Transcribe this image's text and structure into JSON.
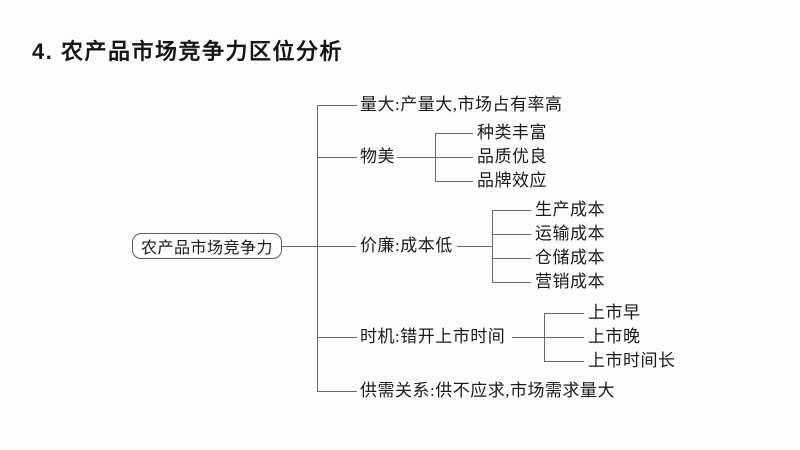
{
  "title": "4. 农产品市场竞争力区位分析",
  "diagram": {
    "root": "农产品市场竞争力",
    "branches": [
      {
        "label": "量大:产量大,市场占有率高",
        "children": []
      },
      {
        "label": "物美",
        "children": [
          "种类丰富",
          "品质优良",
          "品牌效应"
        ]
      },
      {
        "label": "价廉:成本低",
        "children": [
          "生产成本",
          "运输成本",
          "仓储成本",
          "营销成本"
        ]
      },
      {
        "label": "时机:错开上市时间",
        "children": [
          "上市早",
          "上市晚",
          "上市时间长"
        ]
      },
      {
        "label": "供需关系:供不应求,市场需求量大",
        "children": []
      }
    ],
    "colors": {
      "line": "#6a6a6a",
      "text": "#1b1b1b",
      "background": "#fdfdfd"
    }
  }
}
